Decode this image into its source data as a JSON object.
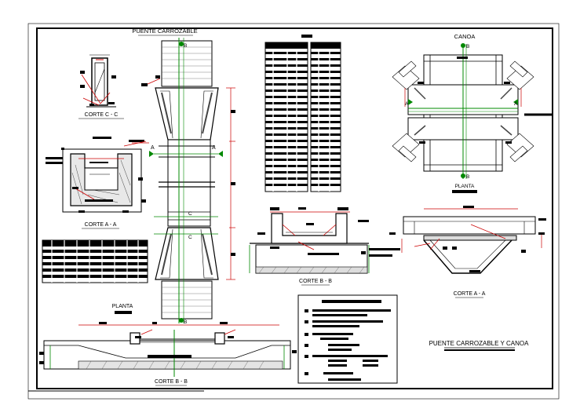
{
  "sheet": {
    "main_title": "PUENTE CARROZABLE Y CANOA",
    "bridge_title": "PUENTE CARROZABLE",
    "canoa_title": "CANOA",
    "planta_label": "PLANTA",
    "canoa_planta_label": "PLANTA",
    "corte_cc": "CORTE C - C",
    "corte_aa_left": "CORTE A - A",
    "corte_bb_mid": "CORTE B - B",
    "corte_bb_bottom": "CORTE B - B",
    "corte_aa_right": "CORTE A - A"
  },
  "section_marks": {
    "a_left": "A",
    "a_right": "A",
    "b_top": "B",
    "b_bottom": "B",
    "c_top": "C",
    "c_bottom": "C",
    "canoa_a_left": "A",
    "canoa_a_right": "A",
    "canoa_b_top": "B",
    "canoa_b_bottom": "B"
  },
  "colors": {
    "ink": "#000000",
    "border": "#000000",
    "dimension": "#cc0000",
    "axis": "#008800",
    "hatch": "#444444"
  }
}
